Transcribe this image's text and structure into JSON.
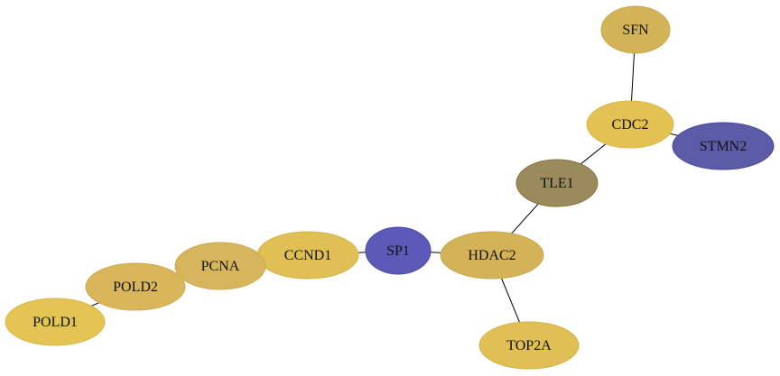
{
  "graph": {
    "nodes": [
      {
        "id": "SFN",
        "label": "SFN",
        "fill": "#d2b358",
        "stroke": "#c9a84e"
      },
      {
        "id": "CDC2",
        "label": "CDC2",
        "fill": "#e3c253",
        "stroke": "#d9b84a"
      },
      {
        "id": "STMN2",
        "label": "STMN2",
        "fill": "#5b5ba8",
        "stroke": "#4a4a96"
      },
      {
        "id": "TLE1",
        "label": "TLE1",
        "fill": "#9b8a5c",
        "stroke": "#857645"
      },
      {
        "id": "HDAC2",
        "label": "HDAC2",
        "fill": "#d4b257",
        "stroke": "#c9a84e"
      },
      {
        "id": "SP1",
        "label": "SP1",
        "fill": "#5c59b8",
        "stroke": "#4b48a6"
      },
      {
        "id": "CCND1",
        "label": "CCND1",
        "fill": "#e0bf55",
        "stroke": "#d4b24a"
      },
      {
        "id": "PCNA",
        "label": "PCNA",
        "fill": "#d6b55c",
        "stroke": "#cba952"
      },
      {
        "id": "POLD2",
        "label": "POLD2",
        "fill": "#d9b65a",
        "stroke": "#cdaa4e"
      },
      {
        "id": "POLD1",
        "label": "POLD1",
        "fill": "#e4c452",
        "stroke": "#d8b848"
      },
      {
        "id": "TOP2A",
        "label": "TOP2A",
        "fill": "#e0bf55",
        "stroke": "#d4b24a"
      }
    ],
    "edges": [
      {
        "from": "SFN",
        "to": "CDC2"
      },
      {
        "from": "CDC2",
        "to": "STMN2"
      },
      {
        "from": "CDC2",
        "to": "TLE1"
      },
      {
        "from": "TLE1",
        "to": "HDAC2"
      },
      {
        "from": "HDAC2",
        "to": "SP1"
      },
      {
        "from": "HDAC2",
        "to": "TOP2A"
      },
      {
        "from": "SP1",
        "to": "CCND1"
      },
      {
        "from": "CCND1",
        "to": "PCNA"
      },
      {
        "from": "PCNA",
        "to": "POLD2"
      },
      {
        "from": "POLD2",
        "to": "POLD1"
      }
    ]
  }
}
